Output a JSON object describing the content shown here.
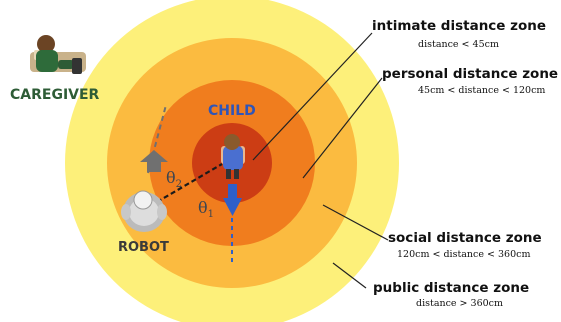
{
  "zones": [
    {
      "title": "intimate distance zone",
      "range": "distance < 45cm",
      "color": "#cc3d14"
    },
    {
      "title": "personal distance zone",
      "range": "45cm < distance < 120cm",
      "color": "#f07d1e"
    },
    {
      "title": "social distance zone",
      "range": "120cm < distance < 360cm",
      "color": "#fbbb40"
    },
    {
      "title": "public distance zone",
      "range": "distance > 360cm",
      "color": "#fdf07a"
    }
  ],
  "actors": {
    "caregiver": {
      "label": "CAREGIVER",
      "color": "#2e5c36"
    },
    "child": {
      "label": "CHILD",
      "color": "#2f55b8"
    },
    "robot": {
      "label": "ROBOT",
      "color": "#3a3a3a"
    }
  },
  "angles": {
    "theta2": {
      "symbol": "θ",
      "index": "2"
    },
    "theta1": {
      "symbol": "θ",
      "index": "1"
    }
  },
  "colors": {
    "arrow_gray": "#707070",
    "arrow_blue": "#2f5fc8",
    "line_dark": "#222222"
  }
}
